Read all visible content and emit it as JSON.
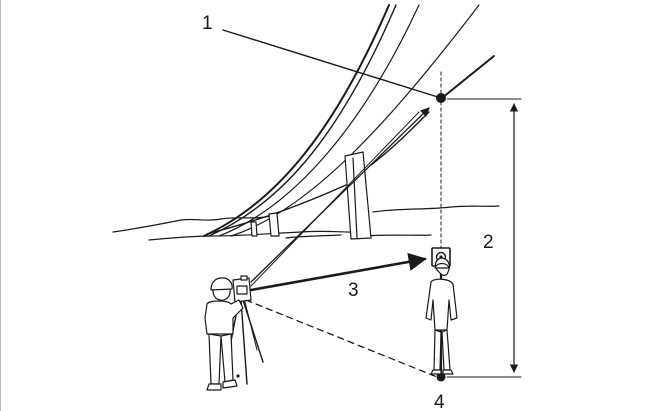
{
  "labels": {
    "label_1": "1",
    "label_2": "2",
    "label_3": "3",
    "label_4": "4"
  },
  "colors": {
    "line": "#1a1a1a",
    "background": "#ffffff"
  }
}
